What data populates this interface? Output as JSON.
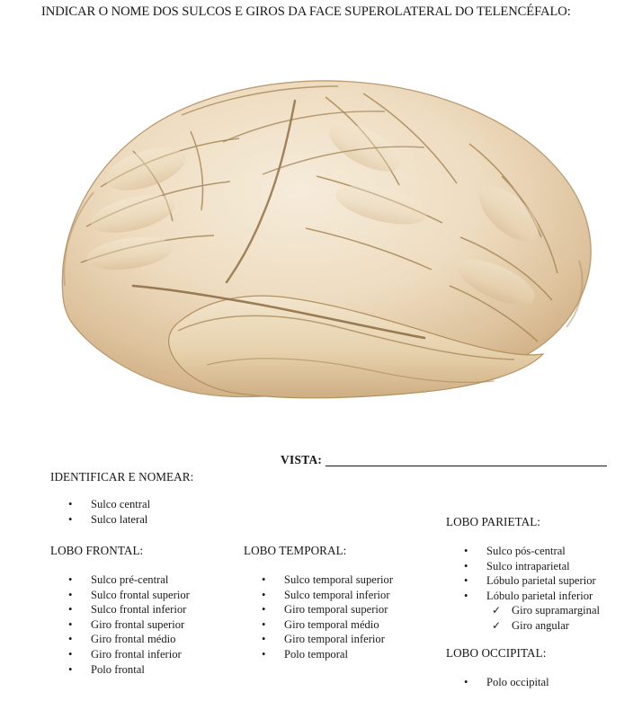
{
  "document": {
    "title": "INDICAR O NOME DOS SULCOS E GIROS DA FACE SUPEROLATERAL DO TELENCÉFALO:"
  },
  "figure": {
    "name": "lateral-brain-illustration",
    "description": "Face superolateral do telencéfalo",
    "colors": {
      "gyri_highlight": "#f3e7d2",
      "gyri_mid": "#e3cfae",
      "gyri_shadow": "#c9a877",
      "sulci_line": "#9d7e52",
      "outline": "#b99straight"
    }
  },
  "vista": {
    "label": "VISTA:",
    "value": ""
  },
  "sections": {
    "identificar": {
      "heading": "IDENTIFICAR E NOMEAR:",
      "items": [
        "Sulco central",
        "Sulco lateral"
      ]
    },
    "frontal": {
      "heading": "LOBO FRONTAL:",
      "items": [
        "Sulco pré-central",
        "Sulco frontal superior",
        "Sulco frontal inferior",
        "Giro frontal superior",
        "Giro frontal médio",
        "Giro frontal inferior",
        "Polo frontal"
      ]
    },
    "temporal": {
      "heading": "LOBO TEMPORAL:",
      "items": [
        "Sulco temporal superior",
        "Sulco temporal inferior",
        "Giro temporal superior",
        "Giro temporal médio",
        "Giro temporal inferior",
        "Polo temporal"
      ]
    },
    "parietal": {
      "heading": "LOBO PARIETAL:",
      "items": [
        "Sulco pós-central",
        "Sulco intraparietal",
        "Lóbulo parietal superior",
        "Lóbulo parietal inferior"
      ],
      "subitems": [
        "Giro supramarginal",
        "Giro angular"
      ]
    },
    "occipital": {
      "heading": "LOBO OCCIPITAL:",
      "items": [
        "Polo occipital"
      ]
    }
  },
  "glyphs": {
    "bullet": "•",
    "check": "✓"
  }
}
